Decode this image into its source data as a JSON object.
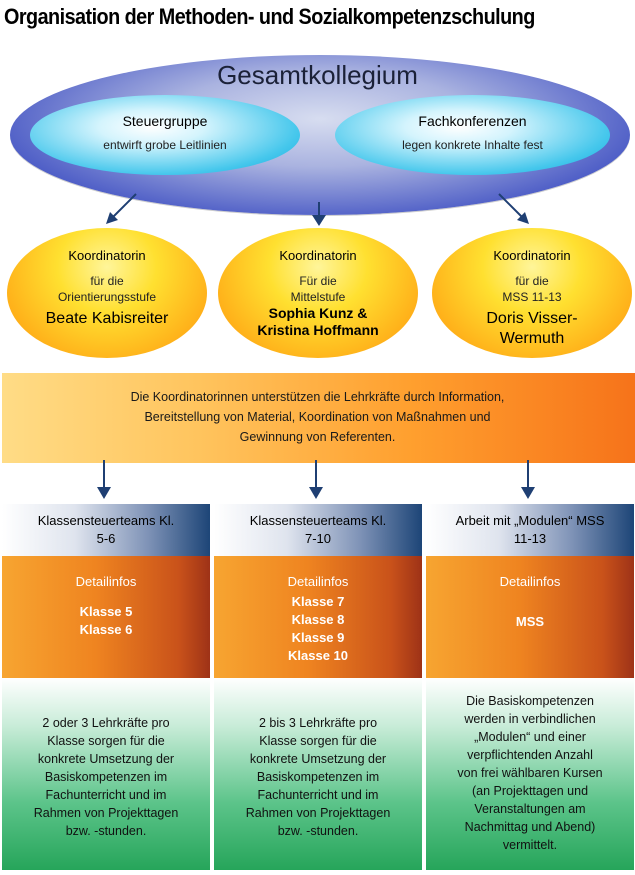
{
  "title": "Organisation der Methoden- und Sozialkompetenzschulung",
  "top": {
    "label": "Gesamtkollegium"
  },
  "groups": [
    {
      "title": "Steuergruppe",
      "desc": "entwirft grobe Leitlinien"
    },
    {
      "title": "Fachkonferenzen",
      "desc": "legen konkrete Inhalte fest"
    }
  ],
  "coordinators": [
    {
      "title": "Koordinatorin",
      "line1": "für die",
      "line2": "Orientierungsstufe",
      "name1": "Beate Kabisreiter",
      "name2": ""
    },
    {
      "title": "Koordinatorin",
      "line1": "Für die",
      "line2": "Mittelstufe",
      "name1": "Sophia Kunz &",
      "name2": "Kristina Hoffmann"
    },
    {
      "title": "Koordinatorin",
      "line1": "für die",
      "line2": "MSS 11-13",
      "name1": "Doris Visser-",
      "name2": "Wermuth"
    }
  ],
  "info": {
    "line1": "Die Koordinatorinnen unterstützen die Lehrkräfte durch Information,",
    "line2": "Bereitstellung von Material, Koordination von Maßnahmen und",
    "line3": "Gewinnung von Referenten."
  },
  "columns": [
    {
      "head1": "Klassensteuerteams Kl.",
      "head2": "5-6",
      "detail_label": "Detailinfos",
      "items": [
        "Klasse 5",
        "Klasse 6"
      ],
      "text": [
        "2 oder 3 Lehrkräfte pro",
        "Klasse sorgen für die",
        "konkrete Umsetzung der",
        "Basiskompetenzen im",
        "Fachunterricht und im",
        "Rahmen von Projekttagen",
        "bzw. -stunden."
      ]
    },
    {
      "head1": "Klassensteuerteams Kl.",
      "head2": "7-10",
      "detail_label": "Detailinfos",
      "items": [
        "Klasse 7",
        "Klasse 8",
        "Klasse 9",
        "Klasse 10"
      ],
      "text": [
        "2 bis 3 Lehrkräfte pro",
        "Klasse sorgen für die",
        "konkrete Umsetzung der",
        "Basiskompetenzen im",
        "Fachunterricht und im",
        "Rahmen von Projekttagen",
        "bzw. -stunden."
      ]
    },
    {
      "head1": "Arbeit mit „Modulen“ MSS",
      "head2": "11-13",
      "detail_label": "Detailinfos",
      "items": [
        "MSS"
      ],
      "text": [
        "Die Basiskompetenzen",
        "werden in verbindlichen",
        "„Modulen“ und einer",
        "verpflichtenden Anzahl",
        "von frei wählbaren Kursen",
        "(an Projekttagen und",
        "Veranstaltungen am",
        "Nachmittag und Abend)",
        "vermittelt."
      ]
    }
  ],
  "colors": {
    "arrow": "#1f3f73",
    "blue_ring": "#3f51c0",
    "cyan": "#1bb3e6",
    "yellow": "#ffd21f",
    "orange": "#f08a22",
    "green": "#3db46d"
  }
}
